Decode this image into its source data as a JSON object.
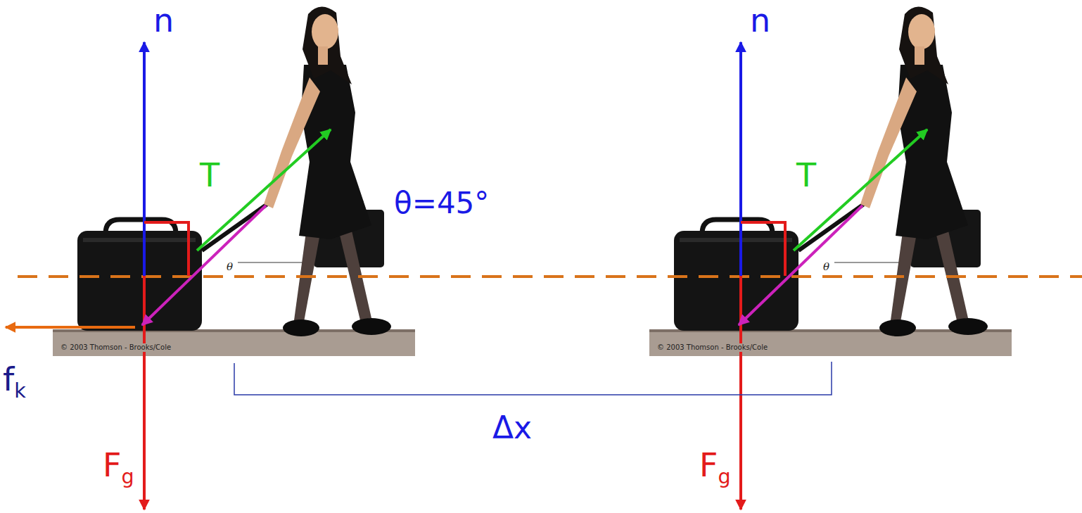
{
  "diagram": {
    "labels": [
      "n",
      "T",
      "θ",
      "θ=45°",
      "© 2003 Thomson - Brooks/Cole",
      "fk",
      "Fg",
      "Δx",
      "n",
      "T",
      "θ",
      "© 2003 Thomson - Brooks/Cole",
      "Fg"
    ]
  }
}
